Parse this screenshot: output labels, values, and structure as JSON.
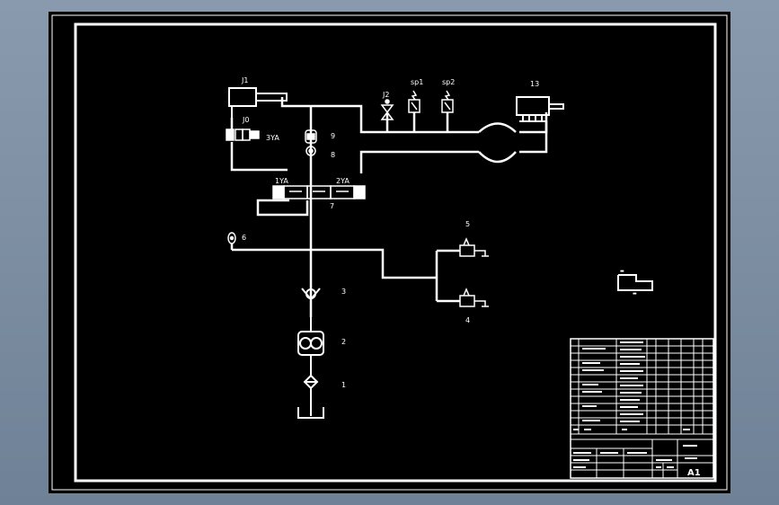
{
  "labels": {
    "j1": "J1",
    "j2": "J2",
    "sp1": "sp1",
    "sp2": "sp2",
    "c13": "13",
    "j0": "J0",
    "ya3": "3YA",
    "c9": "9",
    "c8": "8",
    "ya1": "1YA",
    "ya2": "2YA",
    "c7": "7",
    "c6": "6",
    "c5": "5",
    "c4": "4",
    "c3": "3",
    "c2": "2",
    "c1": "1"
  },
  "title_block": {
    "sheet_size": "A1"
  },
  "colors": {
    "background": "#7d8ea3",
    "sheet": "#000000",
    "lines": "#ffffff"
  }
}
